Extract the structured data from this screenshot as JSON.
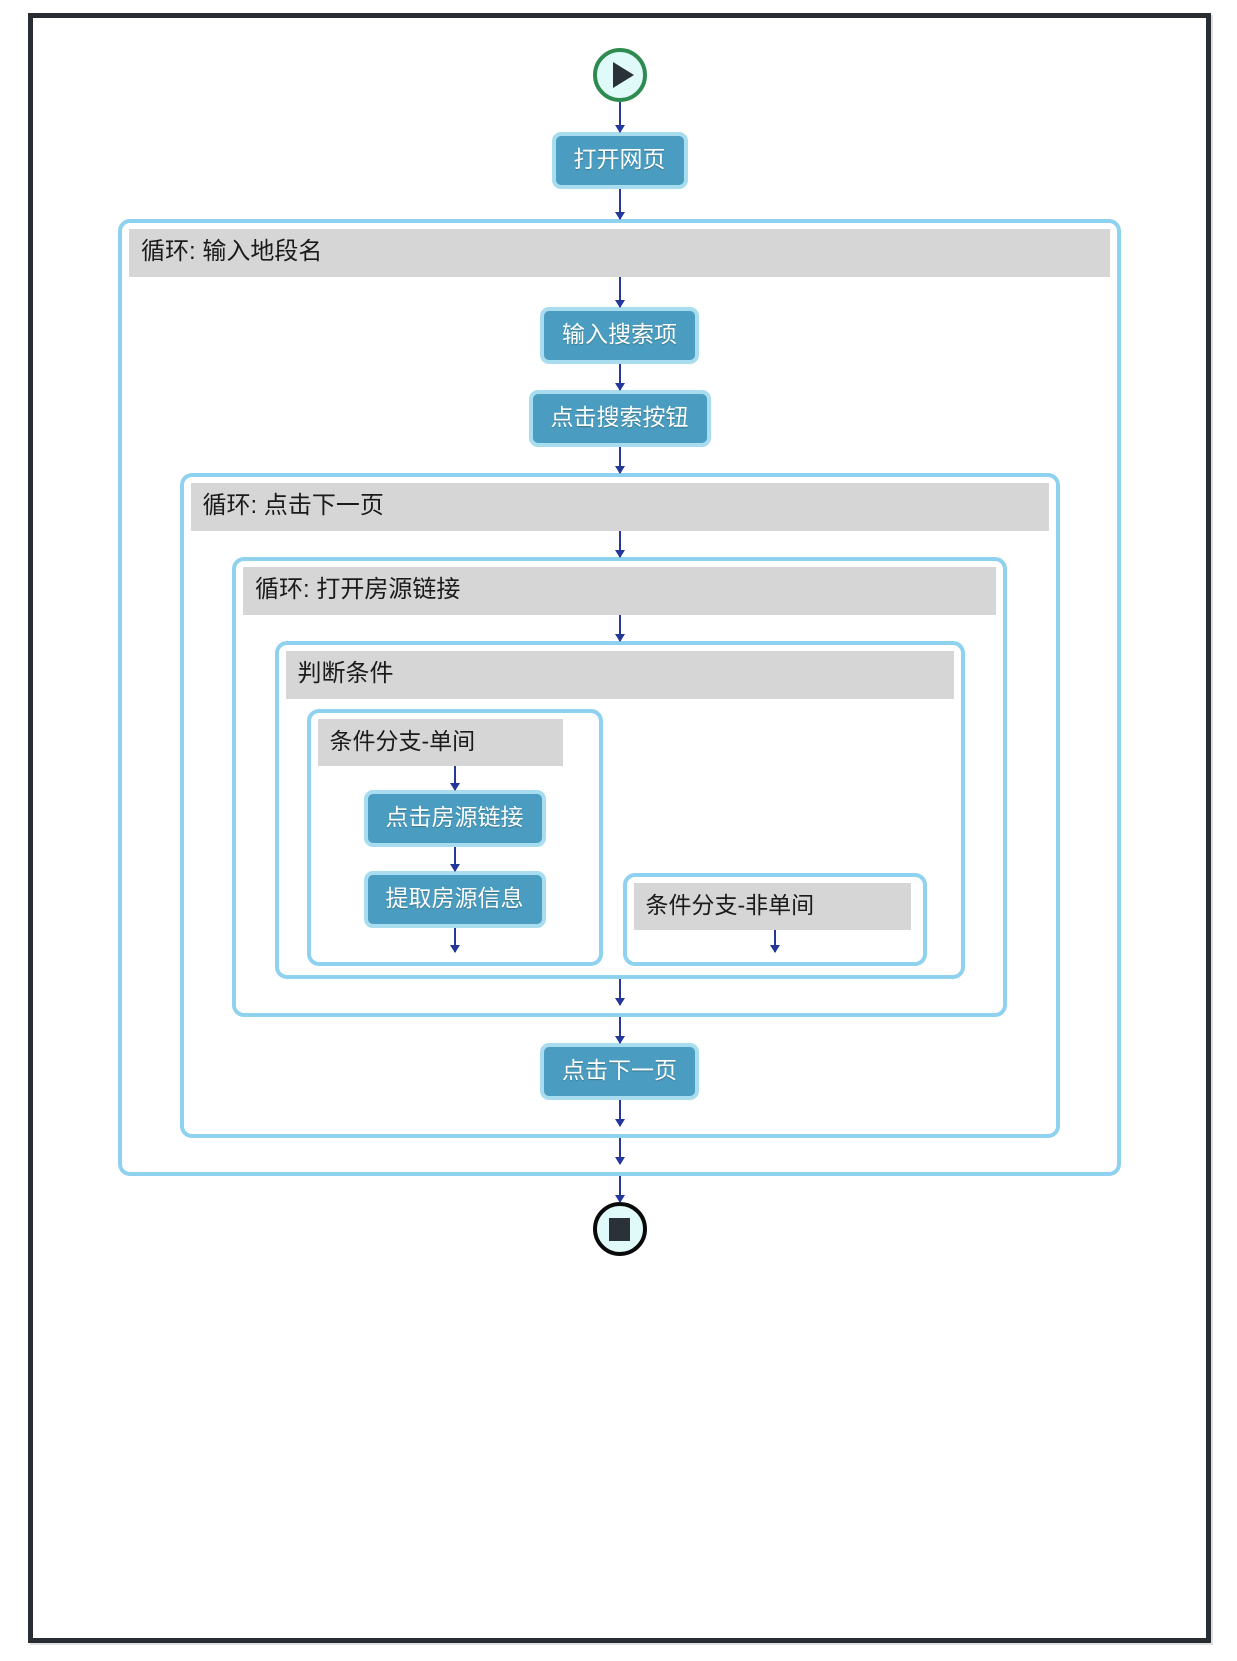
{
  "window": {
    "frame_style": "dark-bordered-canvas",
    "background_color": "#ffffff",
    "border_color": "#282d33"
  },
  "flowchart": {
    "title": "",
    "type": "rpa-workflow",
    "colors": {
      "start_ring": "#2e8b4f",
      "end_ring": "#0a0a0a",
      "terminal_fill": "#dffaf8",
      "terminal_glyph": "#2b3138",
      "step_fill": "#4a9dc0",
      "step_border": "#a8ddf0",
      "step_text": "#ffffff",
      "container_border": "#8fd2ef",
      "container_header_fill": "#d6d6d6",
      "container_header_text": "#1b1b1b",
      "arrow": "#24389a"
    },
    "nodes": {
      "start": {
        "icon": "play-icon",
        "label": ""
      },
      "end": {
        "icon": "stop-icon",
        "label": ""
      },
      "step_open_page": "打开网页",
      "step_input_search": "输入搜索项",
      "step_click_search": "点击搜索按钮",
      "step_click_listing": "点击房源链接",
      "step_extract_listing": "提取房源信息",
      "step_click_next_page": "点击下一页"
    },
    "containers": {
      "loop_district": "循环: 输入地段名",
      "loop_next_page": "循环: 点击下一页",
      "loop_open_listing": "循环: 打开房源链接",
      "condition": "判断条件",
      "branch_single": "条件分支-单间",
      "branch_not_single": "条件分支-非单间"
    }
  }
}
